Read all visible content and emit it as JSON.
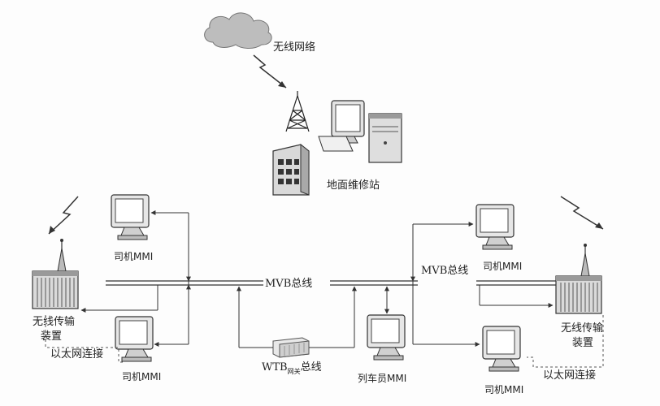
{
  "labels": {
    "wireless_network": "无线网络",
    "ground_station": "地面维修站",
    "mvb_bus_left": "MVB总线",
    "mvb_bus_right": "MVB总线",
    "driver_mmi_top_left": "司机MMI",
    "driver_mmi_bottom_left": "司机MMI",
    "driver_mmi_top_right": "司机MMI",
    "driver_mmi_bottom_right": "司机MMI",
    "wireless_device_left_line1": "无线传输",
    "wireless_device_left_line2": "装置",
    "wireless_device_right_line1": "无线传输",
    "wireless_device_right_line2": "装置",
    "ethernet_left": "以太网连接",
    "ethernet_right": "以太网连接",
    "wtb_main": "WTB",
    "wtb_sub": "网关",
    "wtb_suffix": "总线",
    "conductor_mmi": "列车员MMI"
  },
  "colors": {
    "line": "#333333",
    "cloud": "#bdbdbd",
    "device": "#dcdcdc"
  },
  "icons": {
    "cloud": "cloud-icon",
    "tower": "radio-tower-icon",
    "pc": "desktop-computer-icon",
    "building": "building-icon",
    "monitor": "monitor-icon",
    "rack": "equipment-rack-icon",
    "lightning": "wireless-signal-icon",
    "gateway": "gateway-box-icon"
  }
}
